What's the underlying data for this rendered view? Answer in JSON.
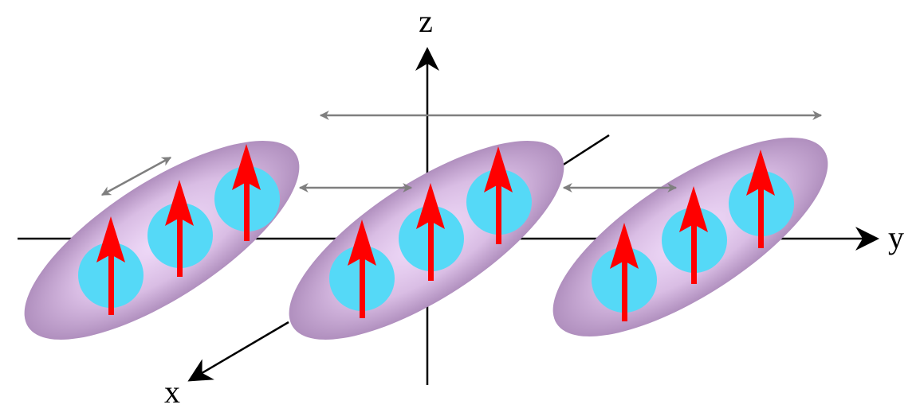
{
  "axes": {
    "x_label": "x",
    "y_label": "y",
    "z_label": "z"
  },
  "colors": {
    "background": "#ffffff",
    "axis": "#000000",
    "indicator_arrow": "#7f7f7f",
    "ellipsoid_center": "#f1dcfa",
    "ellipsoid_edge": "#b08fbe",
    "atom": "#55d9f7",
    "spin_arrow": "#ff0000"
  },
  "icons": {
    "axis_head": "arrowhead",
    "spin": "up-arrow",
    "indicator": "double-headed-arrow"
  },
  "scene": {
    "ellipsoid_count": 3,
    "atoms_per_ellipsoid": 3,
    "spin_direction": "+z"
  }
}
